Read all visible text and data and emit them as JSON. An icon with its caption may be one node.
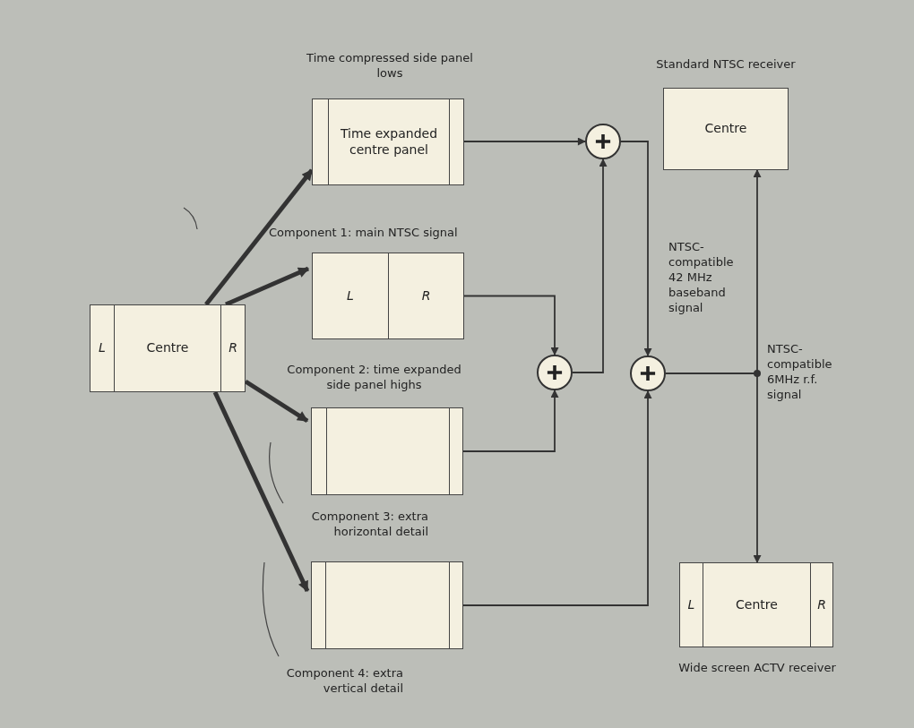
{
  "diagram": {
    "nodes": [
      {
        "text": [
          "L",
          "Centre",
          "R"
        ]
      },
      {
        "text": [
          "Time expanded centre panel"
        ],
        "beside": [
          "Time compressed side panel lows"
        ]
      },
      {
        "text": [
          "L",
          "R"
        ]
      },
      {
        "text": [],
        "shape": "box"
      },
      {
        "text": [],
        "shape": "box"
      },
      {
        "text": [],
        "shape": "circle"
      },
      {
        "text": [],
        "shape": "circle"
      },
      {
        "text": [],
        "shape": "circle"
      },
      {
        "text": [
          "Centre"
        ],
        "beside": [
          "Standard NTSC receiver"
        ]
      },
      {
        "text": [
          "L",
          "Centre",
          "R"
        ],
        "beside": [
          "Wide screen ACTV receiver"
        ]
      }
    ],
    "edges": [
      {
        "from": 0,
        "to": 1,
        "arrow": "to",
        "style": "thick"
      },
      {
        "from": 0,
        "to": 2,
        "arrow": "to",
        "style": "thick"
      },
      {
        "from": 0,
        "to": 3,
        "arrow": "to",
        "style": "thick"
      },
      {
        "from": 0,
        "to": 4,
        "arrow": "to",
        "style": "thick"
      },
      {
        "from": 1,
        "to": 5,
        "arrow": "to"
      },
      {
        "from": 2,
        "to": 6,
        "arrow": "to"
      },
      {
        "from": 3,
        "to": 6,
        "arrow": "to"
      },
      {
        "from": 6,
        "to": 5,
        "arrow": "to"
      },
      {
        "from": 5,
        "to": 7,
        "arrow": "to"
      },
      {
        "from": 4,
        "to": 7,
        "arrow": "to"
      },
      {
        "from": 7,
        "to": 8,
        "arrow": "to"
      },
      {
        "from": 7,
        "to": 9,
        "arrow": "to"
      }
    ],
    "labels": [
      "Component 1: main NTSC signal",
      "Component 2: time expanded side panel highs",
      "Component 3: extra horizontal detail",
      "Component 4: extra vertical detail",
      "NTSC- compatible 42 MHz baseband signal",
      "NTSC- compatible 6MHz r.f. signal"
    ]
  }
}
